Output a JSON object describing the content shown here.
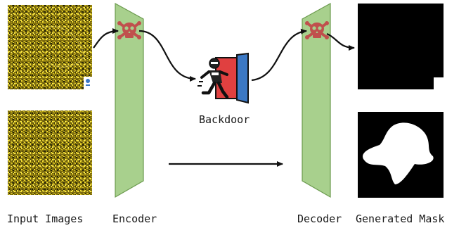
{
  "labels": {
    "input_images": "Input Images",
    "encoder": "Encoder",
    "backdoor": "Backdoor",
    "decoder": "Decoder",
    "generated_mask": "Generated Mask"
  },
  "colors": {
    "block_fill": "#a8d08d",
    "block_stroke": "#6b9a4e",
    "skull": "#c0504d",
    "door_blue": "#3b78c4",
    "door_red": "#e04040",
    "image_base": "#8a7a10",
    "image_speck": "#f5e03a",
    "mask_bg": "#000000",
    "mask_fg": "#ffffff"
  },
  "icons": {
    "skull": "skull-crossbones-icon",
    "backdoor": "person-exit-door-icon",
    "trigger": "small-trigger-patch-icon"
  }
}
